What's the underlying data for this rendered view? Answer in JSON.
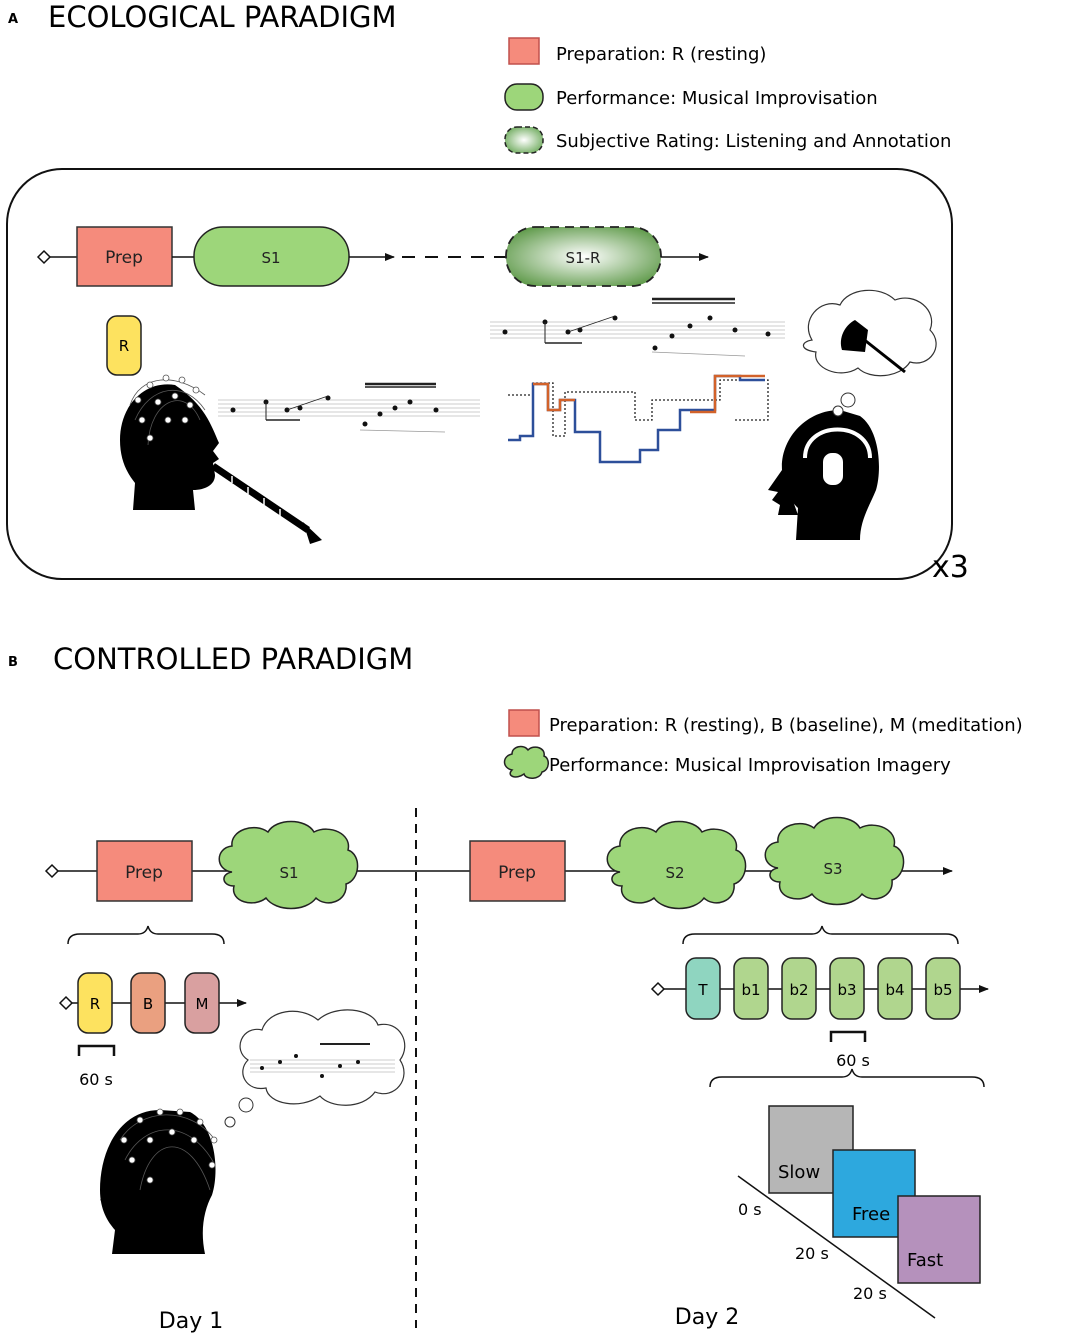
{
  "panel_a": {
    "letter": "A",
    "title": "ECOLOGICAL PARADIGM",
    "legend": [
      {
        "label": "Preparation: R (resting)",
        "color": "#f58b7c"
      },
      {
        "label": "Performance: Musical Improvisation",
        "color": "#9dd67a"
      },
      {
        "label": "Subjective Rating: Listening and Annotation",
        "color": "#7fb06a"
      }
    ],
    "timeline": {
      "prep": "Prep",
      "s1": "S1",
      "s1r": "S1-R"
    },
    "prep_sub": "R",
    "repeat": "x3"
  },
  "panel_b": {
    "letter": "B",
    "title": "CONTROLLED PARADIGM",
    "legend": [
      {
        "label": "Preparation: R (resting), B (baseline), M (meditation)",
        "color": "#f58b7c"
      },
      {
        "label": "Performance: Musical Improvisation Imagery",
        "color": "#9dd67a"
      }
    ],
    "day1": {
      "prep": "Prep",
      "s1": "S1",
      "sub": [
        "R",
        "B",
        "M"
      ],
      "duration": "60 s",
      "label": "Day 1"
    },
    "day2": {
      "prep": "Prep",
      "s2": "S2",
      "s3": "S3",
      "blocks": [
        "T",
        "b1",
        "b2",
        "b3",
        "b4",
        "b5"
      ],
      "duration": "60 s",
      "conditions": [
        "Slow",
        "Free",
        "Fast"
      ],
      "times": [
        "0 s",
        "20 s",
        "20 s"
      ],
      "label": "Day 2"
    }
  }
}
